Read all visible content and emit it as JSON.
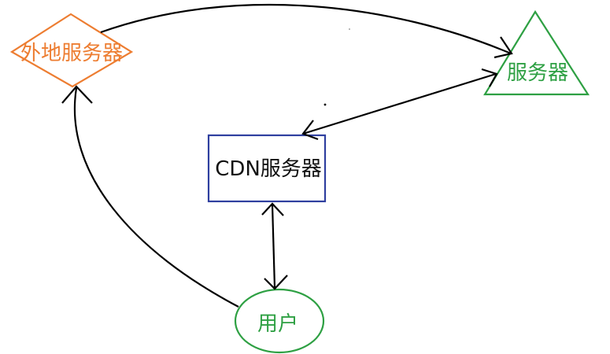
{
  "nodes": {
    "remote_server": {
      "label": "外地服务器",
      "color": "#ED7D31"
    },
    "server": {
      "label": "服务器",
      "color": "#2EA043"
    },
    "cdn_server": {
      "label": "CDN服务器",
      "color": "#2F3F9F",
      "text_color": "#111111"
    },
    "user": {
      "label": "用户",
      "color": "#2EA043"
    }
  },
  "edge_color": "#000000"
}
